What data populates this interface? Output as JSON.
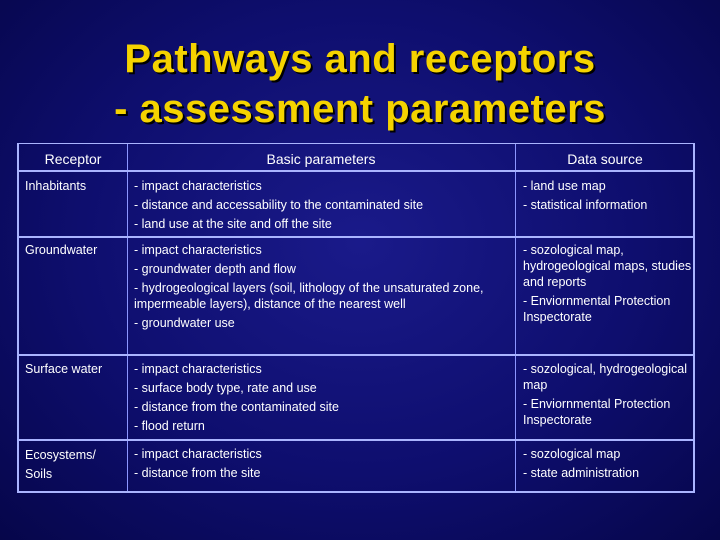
{
  "slide": {
    "title_line1": "Pathways and receptors",
    "title_line2": "- assessment parameters"
  },
  "table": {
    "headers": [
      "Receptor",
      "Basic parameters",
      "Data source"
    ],
    "rows": [
      {
        "receptor": "Inhabitants",
        "parameters": [
          "- impact characteristics",
          "- distance and accessability to the contaminated site",
          "- land use at the site and off the site"
        ],
        "sources": [
          "- land use map",
          "- statistical information"
        ]
      },
      {
        "receptor": "Groundwater",
        "parameters": [
          "- impact characteristics",
          "- groundwater depth and flow",
          "- hydrogeological layers (soil, lithology of the unsaturated zone, impermeable layers), distance of the nearest well",
          "- groundwater use"
        ],
        "sources": [
          "- sozological map, hydrogeological maps, studies and reports",
          "- Enviornmental Protection Inspectorate"
        ]
      },
      {
        "receptor": "Surface water",
        "parameters": [
          "- impact characteristics",
          "- surface body type, rate and use",
          "- distance from the contaminated site",
          "- flood return"
        ],
        "sources": [
          "- sozological, hydrogeological map",
          "- Enviornmental Protection Inspectorate"
        ]
      },
      {
        "receptor": "Ecosystems/ Soils",
        "parameters": [
          "- impact characteristics",
          "- distance from the site"
        ],
        "sources": [
          "- sozological map",
          "- state administration"
        ]
      }
    ]
  }
}
